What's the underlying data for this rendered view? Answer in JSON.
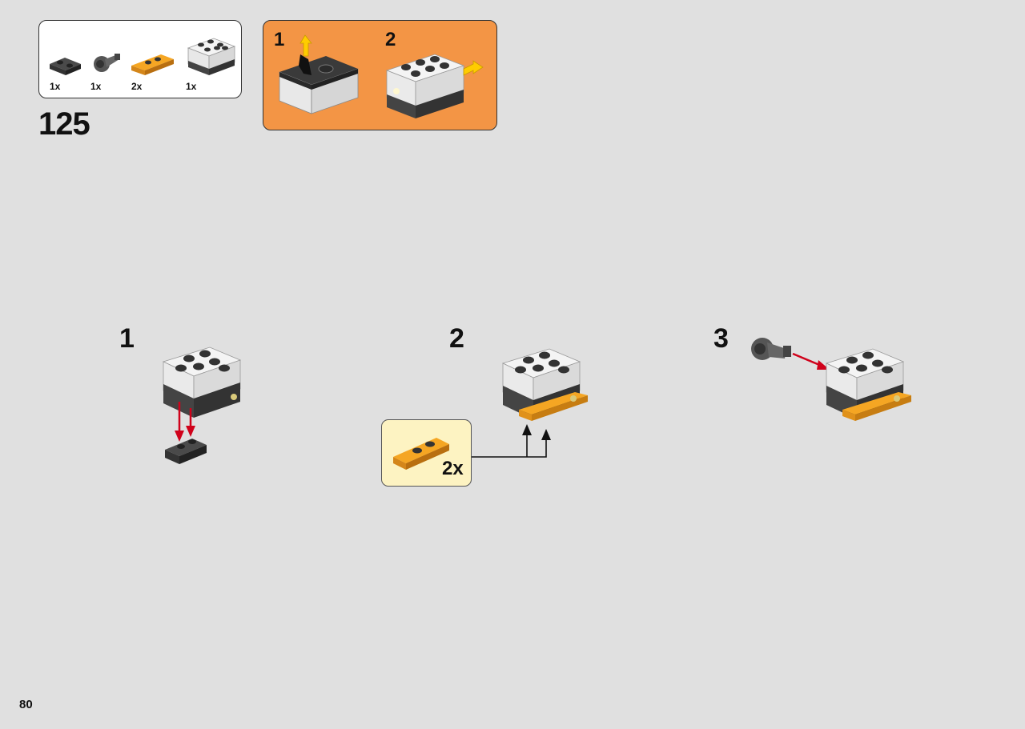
{
  "parts_list": {
    "items": [
      {
        "name": "dark-gray-plate-1x2",
        "count": "1x"
      },
      {
        "name": "dark-gray-axle-connector",
        "count": "1x"
      },
      {
        "name": "orange-plate-1x2",
        "count": "2x"
      },
      {
        "name": "sound-brick",
        "count": "1x"
      }
    ]
  },
  "step": {
    "number": "125"
  },
  "tip": {
    "steps": [
      "1",
      "2"
    ]
  },
  "sub_steps": {
    "first": "1",
    "second": "2",
    "third": "3"
  },
  "callout": {
    "count": "2x"
  },
  "page": {
    "number": "80"
  },
  "colors": {
    "background": "#e0e0e0",
    "tip_background": "#f39545",
    "callout_background": "#fdf3c2",
    "orange_part": "#f5a623",
    "arrow_red": "#d0021b",
    "arrow_yellow": "#ffcc00"
  }
}
